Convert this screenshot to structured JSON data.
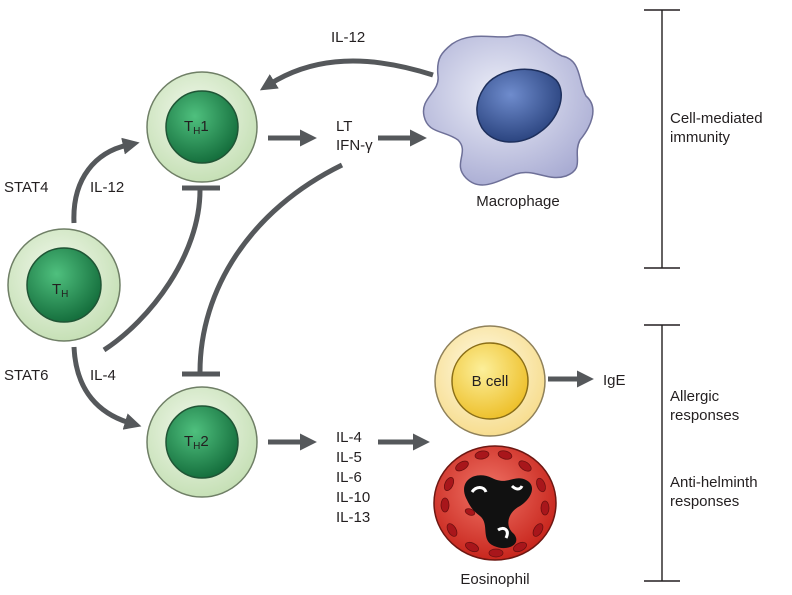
{
  "cells": {
    "th_main": {
      "letter": "T",
      "sub": "H",
      "suffix": ""
    },
    "th1": {
      "letter": "T",
      "sub": "H",
      "suffix": "1"
    },
    "th2": {
      "letter": "T",
      "sub": "H",
      "suffix": "2"
    },
    "b_cell": "B cell"
  },
  "labels": {
    "stat4": "STAT4",
    "il12_left": "IL-12",
    "stat6": "STAT6",
    "il4_left": "IL-4",
    "il12_top": "IL-12",
    "lt": "LT",
    "ifn": "IFN-γ",
    "macrophage": "Macrophage",
    "ige": "IgE",
    "eosinophil": "Eosinophil",
    "th2_cytokines": [
      "IL-4",
      "IL-5",
      "IL-6",
      "IL-10",
      "IL-13"
    ]
  },
  "brackets": {
    "cell_mediated": [
      "Cell-mediated",
      "immunity"
    ],
    "allergic": [
      "Allergic",
      "responses"
    ],
    "anti_helminth": [
      "Anti-helminth",
      "responses"
    ]
  },
  "colors": {
    "arrow": "#55585b",
    "cell_outer": "#d9ebcf",
    "cell_nucleus": "#2f9a5c",
    "macrophage_body": "#c9cbe3",
    "macrophage_nucleus": "#3e5a9c",
    "bcell_outer": "#fbe9b0",
    "bcell_inner": "#f7d35a",
    "eosinophil_body": "#d8342a",
    "eosinophil_granule": "#b01d1d"
  }
}
